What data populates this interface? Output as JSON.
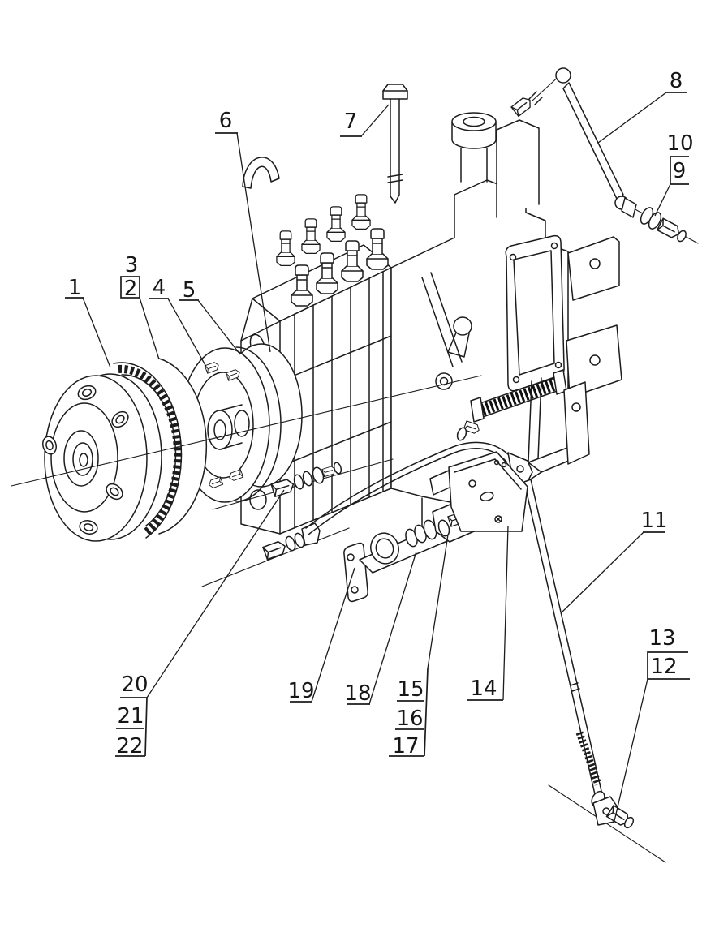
{
  "figure": {
    "background": "#ffffff",
    "line_color": "#1c1c1c"
  },
  "callouts": [
    {
      "num": "1",
      "style": "underline"
    },
    {
      "num": "3",
      "style": "plain"
    },
    {
      "num": "2",
      "style": "boxed"
    },
    {
      "num": "4",
      "style": "underline"
    },
    {
      "num": "5",
      "style": "underline"
    },
    {
      "num": "6",
      "style": "underline"
    },
    {
      "num": "7",
      "style": "underline"
    },
    {
      "num": "8",
      "style": "underline"
    },
    {
      "num": "10",
      "style": "plain"
    },
    {
      "num": "9",
      "style": "boxed-open-right"
    },
    {
      "num": "11",
      "style": "underline"
    },
    {
      "num": "13",
      "style": "plain"
    },
    {
      "num": "12",
      "style": "boxed-open-right"
    },
    {
      "num": "14",
      "style": "underline"
    },
    {
      "num": "15",
      "style": "underline"
    },
    {
      "num": "16",
      "style": "underline"
    },
    {
      "num": "17",
      "style": "underline"
    },
    {
      "num": "18",
      "style": "underline"
    },
    {
      "num": "19",
      "style": "underline"
    },
    {
      "num": "20",
      "style": "underline"
    },
    {
      "num": "21",
      "style": "underline"
    },
    {
      "num": "22",
      "style": "underline"
    }
  ]
}
